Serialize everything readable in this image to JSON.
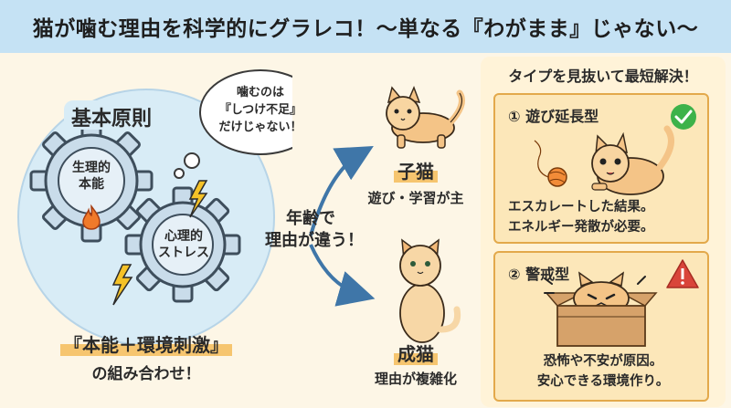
{
  "title": "猫が噛む理由を科学的にグラレコ！〜単なる『わがまま』じゃない〜",
  "left": {
    "heading": "基本原則",
    "gear1": [
      "生理的",
      "本能"
    ],
    "gear2": [
      "心理的",
      "ストレス"
    ],
    "bubble": [
      "噛むのは",
      "『しつけ不足』",
      "だけじゃない！"
    ],
    "summary_hl": "『本能＋環境刺激』",
    "summary_sub": "の組み合わせ！"
  },
  "middle": {
    "age_label": [
      "年齢で",
      "理由が違う！"
    ],
    "kitten": {
      "title": "子猫",
      "desc": "遊び・学習が主"
    },
    "adult": {
      "title": "成猫",
      "desc": "理由が複雑化"
    }
  },
  "right": {
    "heading": "タイプを見抜いて最短解決！",
    "type1": {
      "title": "① 遊び延長型",
      "desc": [
        "エスカレートした結果。",
        "エネルギー発散が必要。"
      ]
    },
    "type2": {
      "title": "② 警戒型",
      "desc": [
        "恐怖や不安が原因。",
        "安心できる環境作り。"
      ]
    }
  },
  "colors": {
    "title_bg": "#c5e2f4",
    "background": "#fdf6e6",
    "circle": "#d8ecf6",
    "gear": "#c9dcea",
    "card": "#fce7b9",
    "card_border": "#e3a94b",
    "arrow": "#3f76a8",
    "check": "#3db24a",
    "warning": "#d9453a"
  },
  "icons": [
    "fire-icon",
    "lightning-icon",
    "check-icon",
    "warning-icon",
    "kitten-illustration",
    "adult-cat-illustration",
    "cat-with-ball-illustration",
    "cat-in-box-illustration"
  ]
}
